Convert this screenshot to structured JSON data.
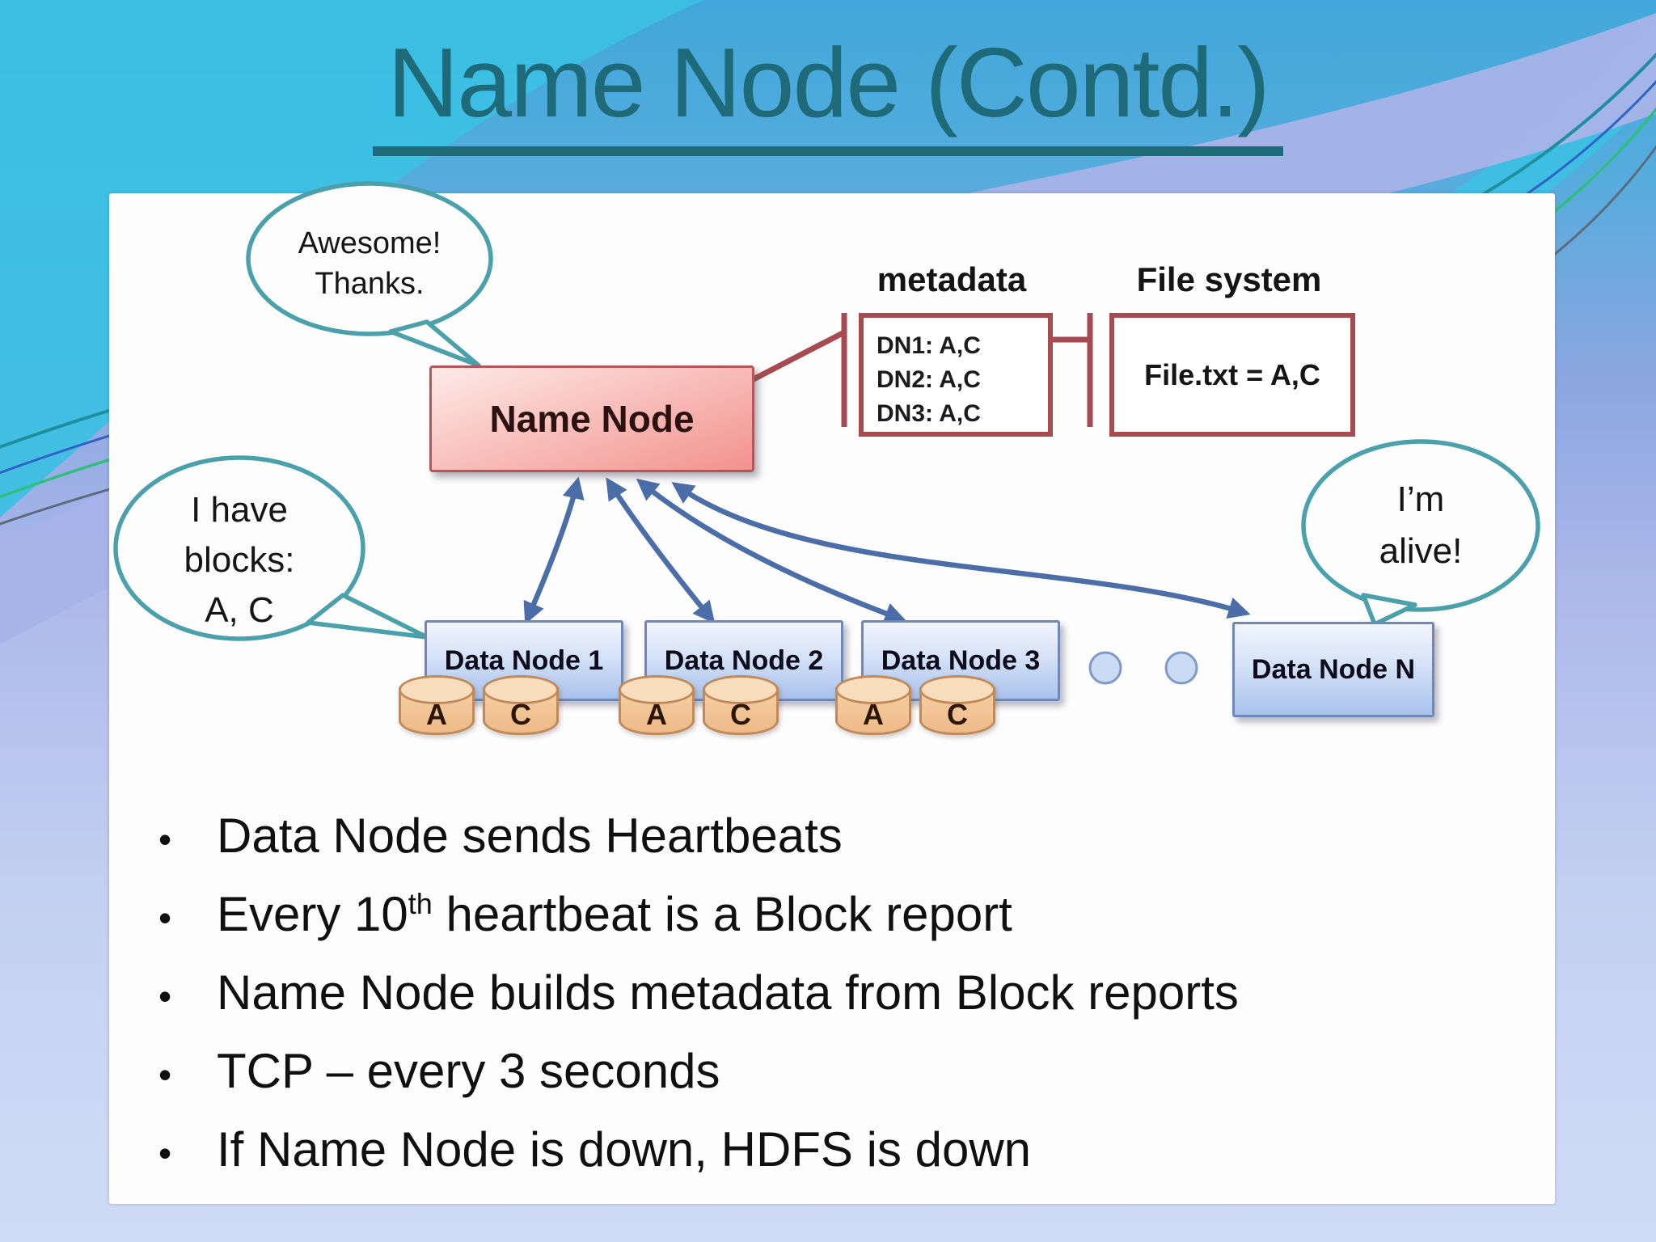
{
  "slide": {
    "title": "Name Node (Contd.)",
    "bullet_char": "•",
    "bullets": [
      {
        "text": "Data Node sends Heartbeats"
      },
      {
        "pre": "Every 10",
        "sup": "th",
        "post": " heartbeat is a Block report"
      },
      {
        "text": "Name Node builds metadata from Block reports"
      },
      {
        "text": "TCP – every 3 seconds"
      },
      {
        "text": "If Name Node is down, HDFS is down"
      }
    ]
  },
  "diagram": {
    "name_node": {
      "label": "Name Node"
    },
    "bubbles": {
      "awesome": {
        "lines": [
          "Awesome!",
          "Thanks."
        ]
      },
      "blocks": {
        "lines": [
          "I have",
          "blocks:",
          "A, C"
        ]
      },
      "alive": {
        "lines": [
          "I’m",
          "alive!"
        ]
      }
    },
    "metadata": {
      "label": "metadata",
      "entries": [
        "DN1: A,C",
        "DN2: A,C",
        "DN3: A,C"
      ]
    },
    "file_system": {
      "label": "File system",
      "value": "File.txt = A,C"
    },
    "data_nodes": [
      {
        "label": "Data Node 1",
        "blocks": [
          "A",
          "C"
        ]
      },
      {
        "label": "Data Node 2",
        "blocks": [
          "A",
          "C"
        ]
      },
      {
        "label": "Data Node 3",
        "blocks": [
          "A",
          "C"
        ]
      },
      {
        "label": "Data Node N",
        "blocks": []
      }
    ]
  },
  "colors": {
    "title_teal": "#1e6a79",
    "bubble_teal": "#4aa0ab",
    "connector_red": "#a84b50",
    "name_node_fill": "#f2928e",
    "data_node_fill": "#a9c2ec",
    "arrow_blue": "#4b6da8",
    "cylinder_orange": "#f5cda2",
    "slide_bg_top": "#41a7da",
    "slide_bg_bottom": "#d0dcf6",
    "panel_white": "#fdfdfe"
  }
}
